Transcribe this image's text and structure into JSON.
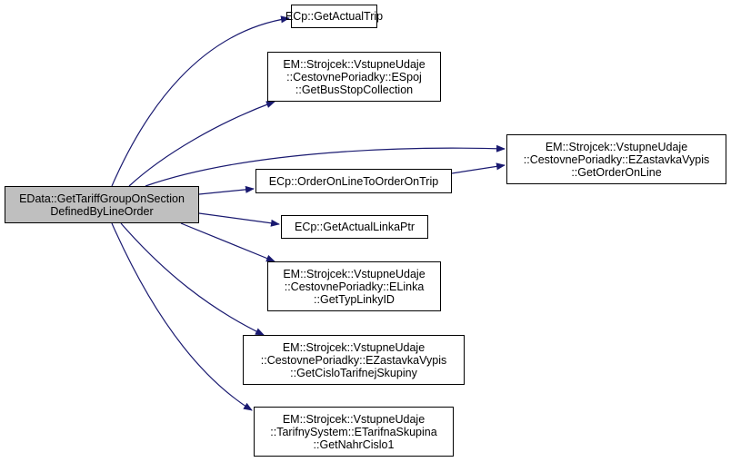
{
  "colors": {
    "edge": "#191970",
    "root_fill": "#bfbfbf",
    "node_fill": "#ffffff",
    "node_border": "#000000"
  },
  "root": {
    "id": "root",
    "lines": [
      "EData::GetTariffGroupOnSection",
      "DefinedByLineOrder"
    ]
  },
  "nodes": [
    {
      "id": "n1",
      "lines": [
        "ECp::GetActualTrip"
      ]
    },
    {
      "id": "n2",
      "lines": [
        "EM::Strojcek::VstupneUdaje",
        "::CestovnePoriadky::ESpoj",
        "::GetBusStopCollection"
      ]
    },
    {
      "id": "n3",
      "lines": [
        "EM::Strojcek::VstupneUdaje",
        "::CestovnePoriadky::EZastavkaVypis",
        "::GetOrderOnLine"
      ]
    },
    {
      "id": "n4",
      "lines": [
        "ECp::OrderOnLineToOrderOnTrip"
      ]
    },
    {
      "id": "n5",
      "lines": [
        "ECp::GetActualLinkaPtr"
      ]
    },
    {
      "id": "n6",
      "lines": [
        "EM::Strojcek::VstupneUdaje",
        "::CestovnePoriadky::ELinka",
        "::GetTypLinkyID"
      ]
    },
    {
      "id": "n7",
      "lines": [
        "EM::Strojcek::VstupneUdaje",
        "::CestovnePoriadky::EZastavkaVypis",
        "::GetCisloTarifnejSkupiny"
      ]
    },
    {
      "id": "n8",
      "lines": [
        "EM::Strojcek::VstupneUdaje",
        "::TarifnySystem::ETarifnaSkupina",
        "::GetNahrCislo1"
      ]
    }
  ],
  "edges": [
    {
      "from": "root",
      "to": "n1"
    },
    {
      "from": "root",
      "to": "n2"
    },
    {
      "from": "root",
      "to": "n3"
    },
    {
      "from": "root",
      "to": "n4"
    },
    {
      "from": "root",
      "to": "n5"
    },
    {
      "from": "root",
      "to": "n6"
    },
    {
      "from": "root",
      "to": "n7"
    },
    {
      "from": "root",
      "to": "n8"
    },
    {
      "from": "n4",
      "to": "n3"
    }
  ]
}
